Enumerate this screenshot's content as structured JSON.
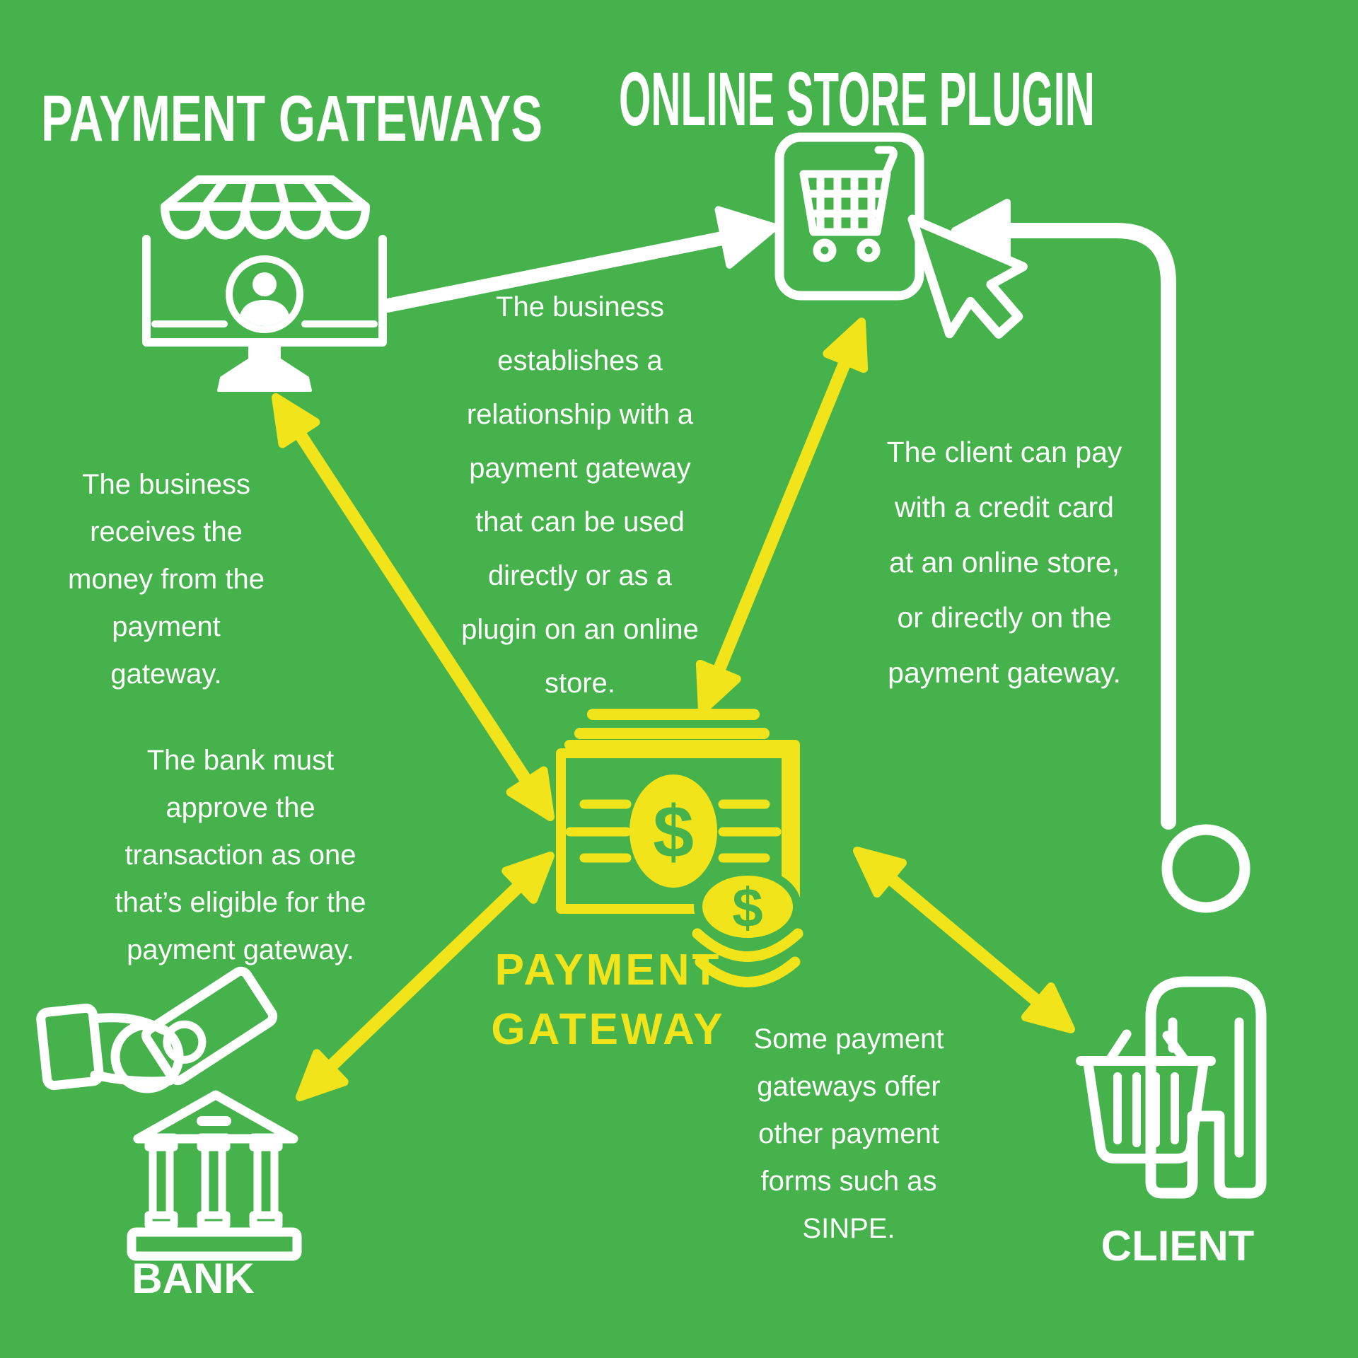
{
  "colors": {
    "background": "#45B24B",
    "yellow": "#F2E41A",
    "white": "#FFFFFF"
  },
  "titles": {
    "payment_gateways": "PAYMENT GATEWAYS",
    "online_store_plugin": "ONLINE STORE PLUGIN"
  },
  "entity_labels": {
    "bank": "BANK",
    "client": "CLIENT"
  },
  "center_label": {
    "text": "PAYMENT\nGATEWAY"
  },
  "currency_symbol": "$",
  "notes": {
    "business_establishes": "The business\nestablishes a\nrelationship with a\npayment gateway\nthat can be used\ndirectly or as a\nplugin on an online\nstore.",
    "business_receives": "The business\nreceives the\nmoney from the\npayment\ngateway.",
    "bank_approves": "The bank must\napprove the\ntransaction as one\nthat’s eligible for the\npayment gateway.",
    "client_pays": "The client can pay\nwith a credit card\nat an online store,\nor directly on the\npayment gateway.",
    "other_forms": "Some payment\ngateways offer\nother payment\nforms such as\nSINPE."
  },
  "icons": {
    "store": "storefront-monitor-icon",
    "plugin": "shopping-cart-plugin-icon",
    "gateway": "money-bill-coins-icon",
    "bank": "bank-building-hand-icon",
    "client": "person-basket-icon"
  }
}
